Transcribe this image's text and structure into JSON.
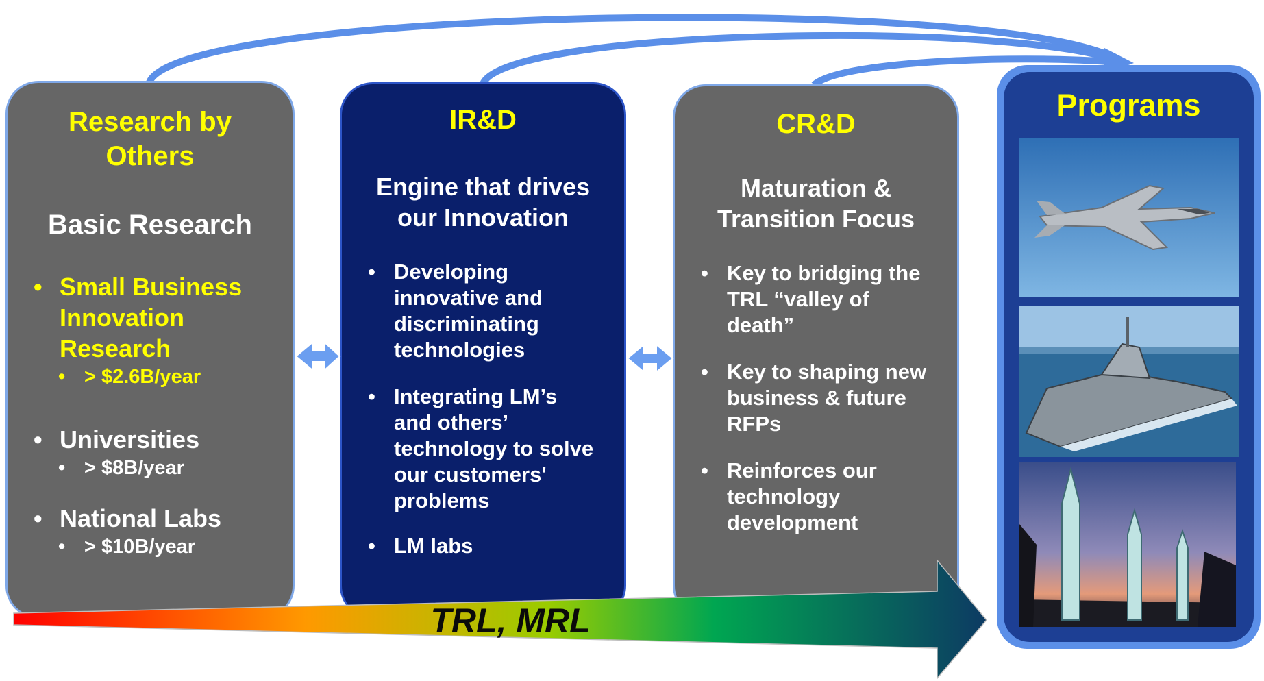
{
  "boxes": {
    "research": {
      "title": "Research by Others",
      "subtitle": "Basic Research",
      "items": [
        {
          "label": "Small Business Innovation Research",
          "sub": "> $2.6B/year"
        },
        {
          "label": "Universities",
          "sub": "> $8B/year"
        },
        {
          "label": "National Labs",
          "sub": "> $10B/year"
        }
      ]
    },
    "ird": {
      "title": "IR&D",
      "subtitle": "Engine that drives our Innovation",
      "items": [
        "Developing innovative and discriminating technologies",
        "Integrating LM’s and others’ technology to solve our customers' problems",
        "LM labs"
      ]
    },
    "crd": {
      "title": "CR&D",
      "subtitle": "Maturation & Transition Focus",
      "items": [
        "Key to bridging the TRL “valley of death”",
        "Key to shaping new business & future RFPs",
        "Reinforces our technology development"
      ]
    },
    "programs": {
      "title": "Programs",
      "photos": [
        "fighter-jet",
        "navy-ship",
        "missiles"
      ]
    }
  },
  "arrow": {
    "label": "TRL, MRL"
  },
  "colors": {
    "gray_box": "#666666",
    "navy_box": "#0a1f6b",
    "programs_border": "#5b8fe8",
    "programs_fill": "#1d3f94",
    "title_yellow": "#ffff00",
    "connector_blue": "#5b8fe8",
    "gradient": [
      "#ff0000",
      "#ff9900",
      "#99cc00",
      "#00a651",
      "#0d3a63"
    ]
  }
}
